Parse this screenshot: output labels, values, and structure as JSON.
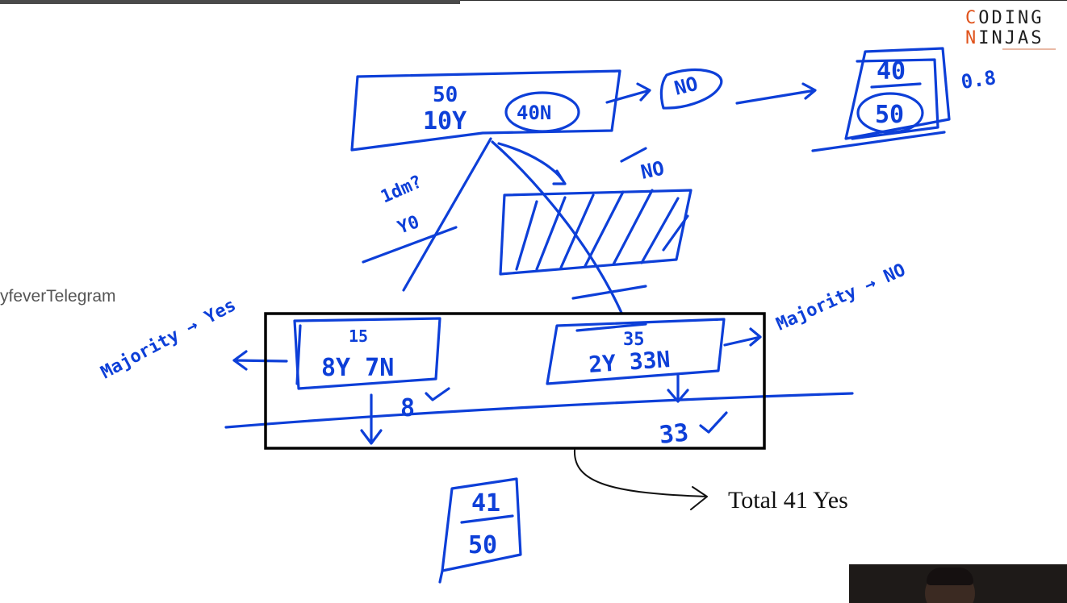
{
  "watermark": "yfeverTelegram",
  "logo": {
    "line1": "CODING",
    "line2": "NINJAS",
    "accent_color": "#e0531c"
  },
  "ink_color": "#0d3fd8",
  "annotation": {
    "text": "Total 41 Yes"
  },
  "handwriting": {
    "root_total": "50",
    "root_yes": "10Y",
    "root_no": "40N",
    "no_label": "NO",
    "fraction_top": "40",
    "fraction_bottom": "50",
    "fraction_value": "0.8",
    "question": "1dm?",
    "crossed_yes": "Y0",
    "no_above_hatch": "NO",
    "left_majority": "Majority → Yes",
    "right_majority": "Majority → NO",
    "left_total": "15",
    "left_counts": "8Y 7N",
    "right_total": "35",
    "right_counts": "2Y 33N",
    "left_correct": "8",
    "right_correct": "33",
    "final_top": "41",
    "final_bottom": "50"
  },
  "webcam": {
    "label": "presenter-video"
  }
}
